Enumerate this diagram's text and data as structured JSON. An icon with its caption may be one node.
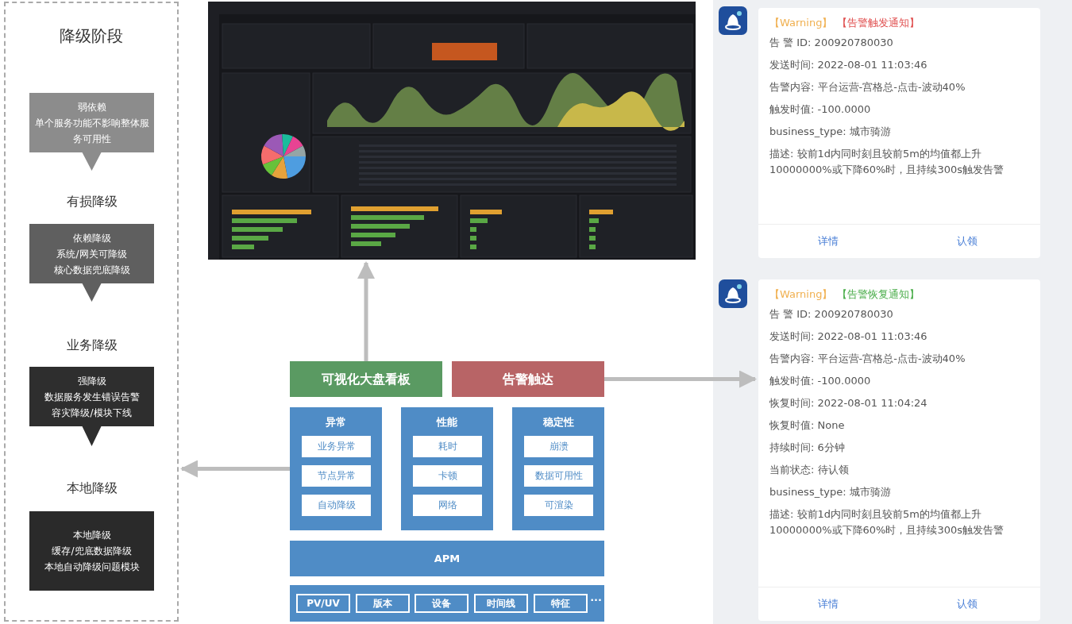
{
  "diagram": {
    "nodes": [
      {
        "text": [
          "降级阶段"
        ]
      },
      {
        "text": [
          "弱依赖",
          "单个服务功能不影响整体服务可用性"
        ],
        "in": 0
      },
      {
        "text": [
          "有损降级"
        ],
        "in": 0
      },
      {
        "text": [
          "依赖降级",
          "系统/网关可降级",
          "核心数据兜底降级"
        ],
        "in": 0
      },
      {
        "text": [
          "业务降级"
        ],
        "in": 0
      },
      {
        "text": [
          "强降级",
          "数据服务发生错误告警",
          "容灾降级/模块下线"
        ],
        "in": 0
      },
      {
        "text": [
          "本地降级"
        ],
        "in": 0
      },
      {
        "text": [
          "本地降级",
          "缓存/兜底数据降级",
          "本地自动降级问题模块"
        ],
        "in": 0
      },
      {
        "text": [],
        "shape": "picture"
      },
      {
        "text": [
          "可视化大盘看板"
        ]
      },
      {
        "text": [
          "告警触达"
        ]
      },
      {
        "text": [
          "异常"
        ]
      },
      {
        "text": [
          "业务异常"
        ],
        "in": 11
      },
      {
        "text": [
          "节点异常"
        ],
        "in": 11
      },
      {
        "text": [
          "自动降级"
        ],
        "in": 11
      },
      {
        "text": [
          "性能"
        ]
      },
      {
        "text": [
          "耗时"
        ],
        "in": 15
      },
      {
        "text": [
          "卡顿"
        ],
        "in": 15
      },
      {
        "text": [
          "网络"
        ],
        "in": 15
      },
      {
        "text": [
          "稳定性"
        ]
      },
      {
        "text": [
          "崩溃"
        ],
        "in": 19
      },
      {
        "text": [
          "数据可用性"
        ],
        "in": 19
      },
      {
        "text": [
          "可渲染"
        ],
        "in": 19
      },
      {
        "text": [
          "APM"
        ]
      },
      {
        "text": [
          "···"
        ]
      },
      {
        "text": [
          "PV/UV"
        ],
        "in": 24
      },
      {
        "text": [
          "版本"
        ],
        "in": 24
      },
      {
        "text": [
          "设备"
        ],
        "in": 24
      },
      {
        "text": [
          "时间线"
        ],
        "in": 24
      },
      {
        "text": [
          "特征"
        ],
        "in": 24
      },
      {
        "text": [
          "【Warning】",
          "【告警触发通知】",
          "告 警 ID: 200920780030",
          "发送时间: 2022-08-01 11:03:46",
          "告警内容: 平台运营-宫格总-点击-波动40%",
          "触发时值: -100.0000",
          "business_type: 城市骑游",
          "描述: 较前1d内同时刻且较前5m的均值都上升10000000%或下降60%时，且持续300s触发告警",
          "详情",
          "认领"
        ]
      },
      {
        "text": [
          "【Warning】",
          "【告警恢复通知】",
          "告 警 ID: 200920780030",
          "发送时间: 2022-08-01 11:03:46",
          "告警内容: 平台运营-宫格总-点击-波动40%",
          "触发时值: -100.0000",
          "恢复时间: 2022-08-01 11:04:24",
          "恢复时值: None",
          "持续时间: 6分钟",
          "当前状态: 待认领",
          "business_type: 城市骑游",
          "描述: 较前1d内同时刻且较前5m的均值都上升10000000%或下降60%时，且持续300s触发告警",
          "详情",
          "认领"
        ]
      }
    ],
    "edges": [
      {
        "from": 9,
        "to": 8,
        "arrow": "to"
      },
      {
        "from": 10,
        "to": 31,
        "arrow": "to"
      },
      {
        "from": 11,
        "to": 0,
        "arrow": "to"
      }
    ]
  }
}
